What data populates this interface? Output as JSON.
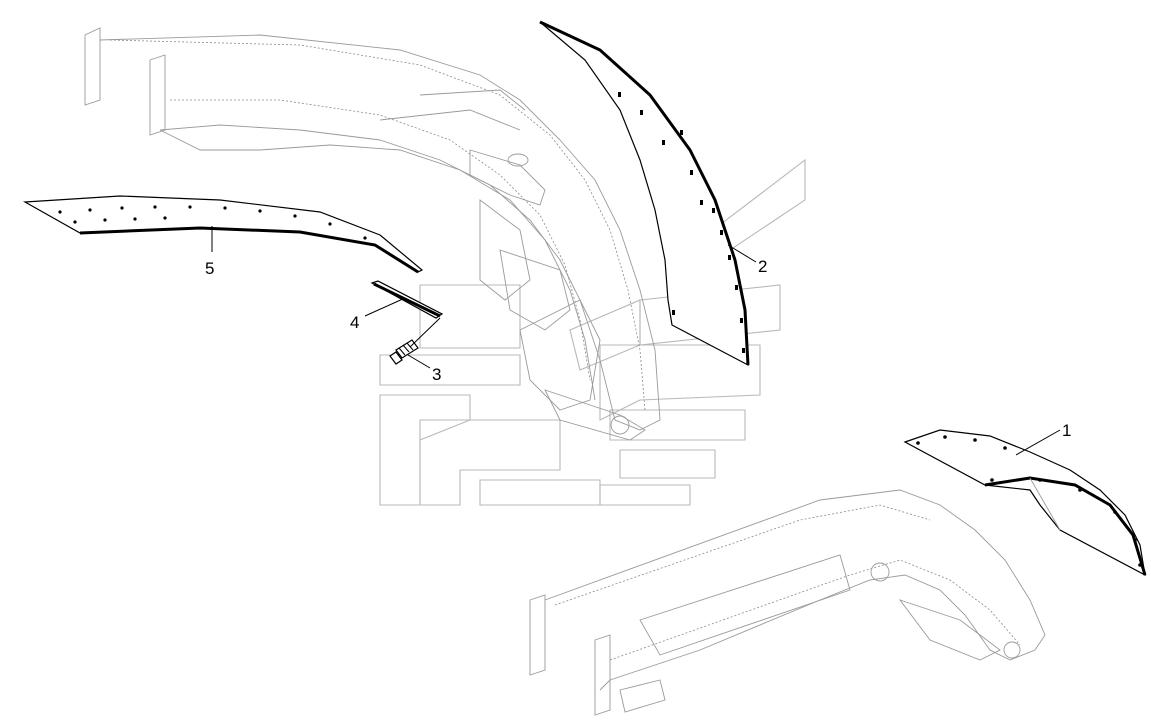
{
  "callouts": [
    {
      "id": "1",
      "label": "1"
    },
    {
      "id": "2",
      "label": "2"
    },
    {
      "id": "3",
      "label": "3"
    },
    {
      "id": "4",
      "label": "4"
    },
    {
      "id": "5",
      "label": "5"
    }
  ],
  "colors": {
    "line": "#000000",
    "ghost": "#9a9a9a",
    "watermark": "#b8b8b8"
  }
}
